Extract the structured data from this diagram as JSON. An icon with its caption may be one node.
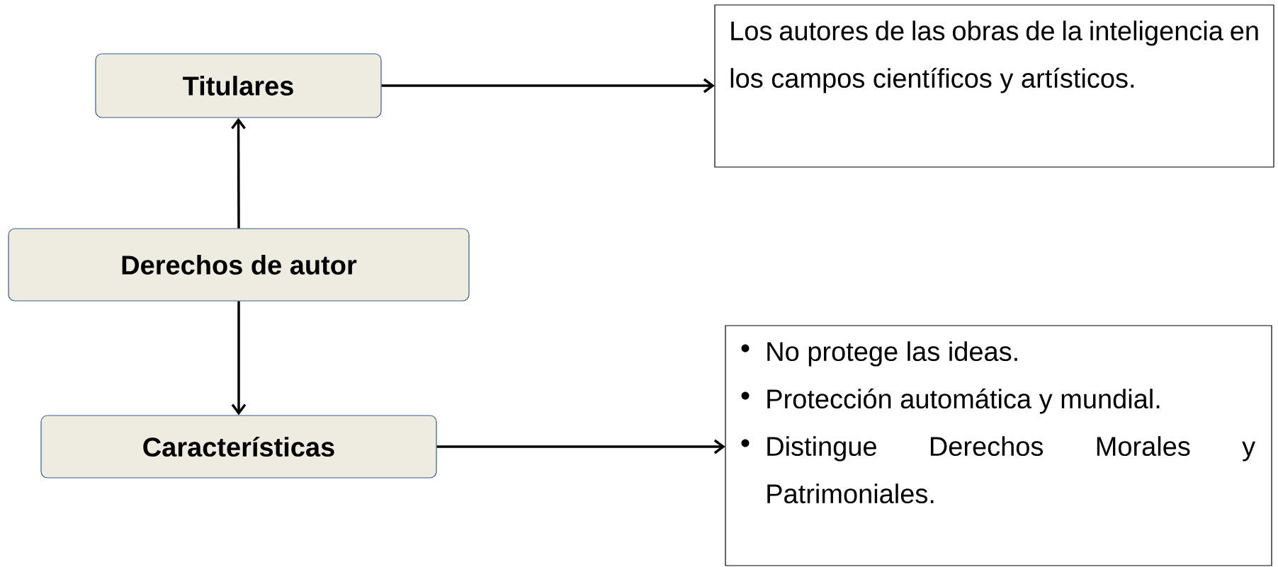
{
  "diagram": {
    "nodes": [
      {
        "text": [
          "Titulares"
        ]
      },
      {
        "text": [
          "Los autores de las obras de la inteligencia en los campos científicos y artísticos."
        ]
      },
      {
        "text": [
          "Derechos de autor"
        ]
      },
      {
        "text": [
          "Características"
        ]
      },
      {
        "text": [
          "No protege las ideas.",
          "Protección automática y mundial.",
          "Distingue Derechos Morales y Patrimoniales."
        ]
      }
    ],
    "edges": [
      {
        "from": 2,
        "to": 0,
        "arrow": "to"
      },
      {
        "from": 2,
        "to": 3,
        "arrow": "to"
      },
      {
        "from": 0,
        "to": 1,
        "arrow": "to"
      },
      {
        "from": 3,
        "to": 4,
        "arrow": "to"
      }
    ]
  }
}
